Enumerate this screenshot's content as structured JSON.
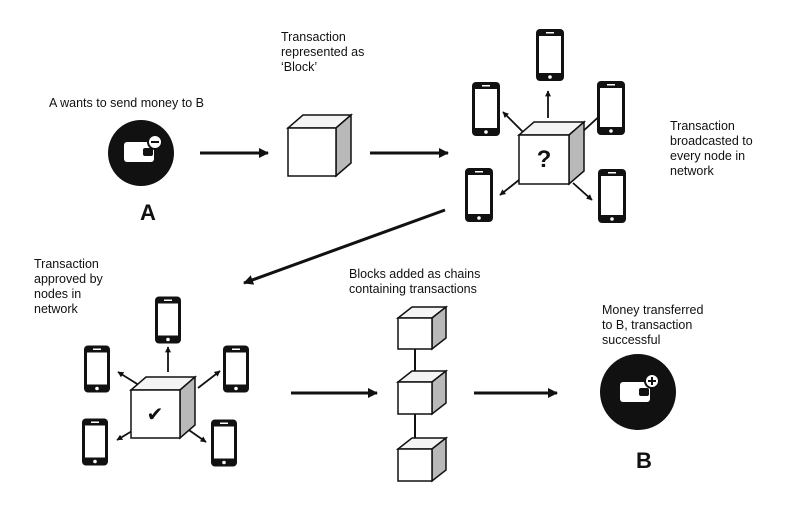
{
  "labels": {
    "a_caption": "A wants to send money to B",
    "a_letter": "A",
    "block_caption": "Transaction\nrepresented as\n‘Block’",
    "broadcast_caption": "Transaction\nbroadcasted to\nevery node in\nnetwork",
    "approved_caption": "Transaction\napproved by\nnodes in\nnetwork",
    "chains_caption": "Blocks added as chains\ncontaining transactions",
    "transferred_caption": "Money transferred\nto B, transaction\nsuccessful",
    "b_letter": "B",
    "unknown_mark": "?",
    "approved_mark": "✔"
  },
  "icons": {
    "sender": "wallet-minus-icon",
    "receiver": "wallet-plus-icon",
    "node": "smartphone-icon",
    "block": "cube-icon"
  },
  "colors": {
    "ink": "#111111",
    "cube_front": "#ffffff",
    "cube_top": "#f4f4f4",
    "cube_side": "#b9b9b9",
    "phone_screen": "#ffffff"
  }
}
